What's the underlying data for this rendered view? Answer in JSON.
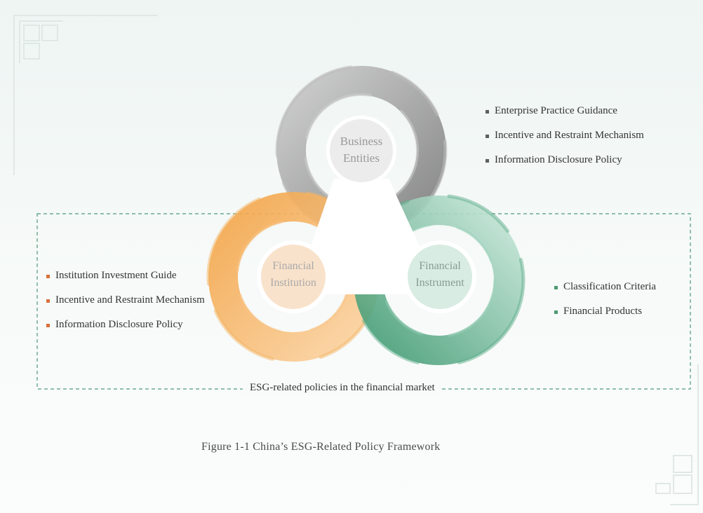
{
  "colors": {
    "business": "#9a9a9a",
    "institution": "#f0a84e",
    "instrument": "#6dba9a",
    "bullet_business": "#5f5f5f",
    "bullet_institution": "#d9713a",
    "bullet_instrument": "#4d9a73",
    "dashed_border": "#4f9a78"
  },
  "nodes": {
    "business": {
      "line1": "Business",
      "line2": "Entities",
      "bullet_items": [
        "Enterprise Practice Guidance",
        "Incentive and Restraint Mechanism",
        "Information Disclosure Policy"
      ]
    },
    "institution": {
      "line1": "Financial",
      "line2": "Institution",
      "bullet_items": [
        "Institution Investment Guide",
        "Incentive and Restraint Mechanism",
        "Information Disclosure Policy"
      ]
    },
    "instrument": {
      "line1": "Financial",
      "line2": "Instrument",
      "bullet_items": [
        "Classification Criteria",
        "Financial Products"
      ]
    }
  },
  "market_label": "ESG-related policies in the financial market",
  "caption": "Figure 1-1 China’s ESG-Related Policy Framework"
}
